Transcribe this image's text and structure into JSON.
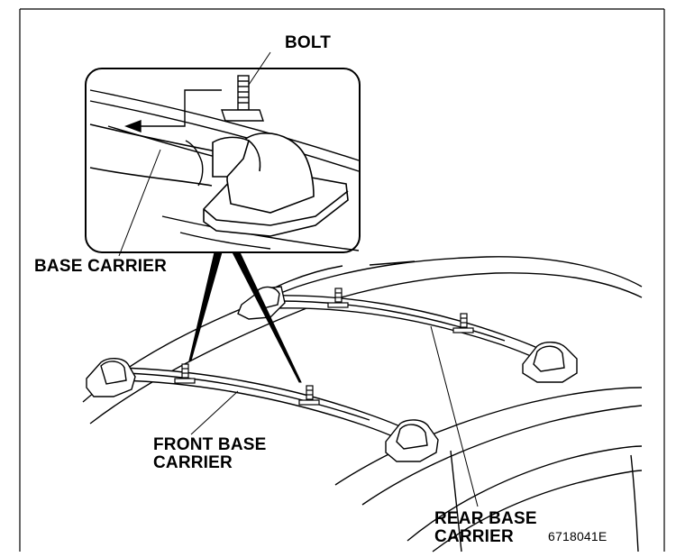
{
  "labels": {
    "bolt": "BOLT",
    "base_carrier": "BASE CARRIER",
    "front_base_carrier_line1": "FRONT BASE",
    "front_base_carrier_line2": "CARRIER",
    "rear_base_carrier_line1": "REAR BASE",
    "rear_base_carrier_line2": "CARRIER",
    "figure_code": "6718041E"
  },
  "colors": {
    "line": "#000000",
    "background": "#ffffff"
  }
}
